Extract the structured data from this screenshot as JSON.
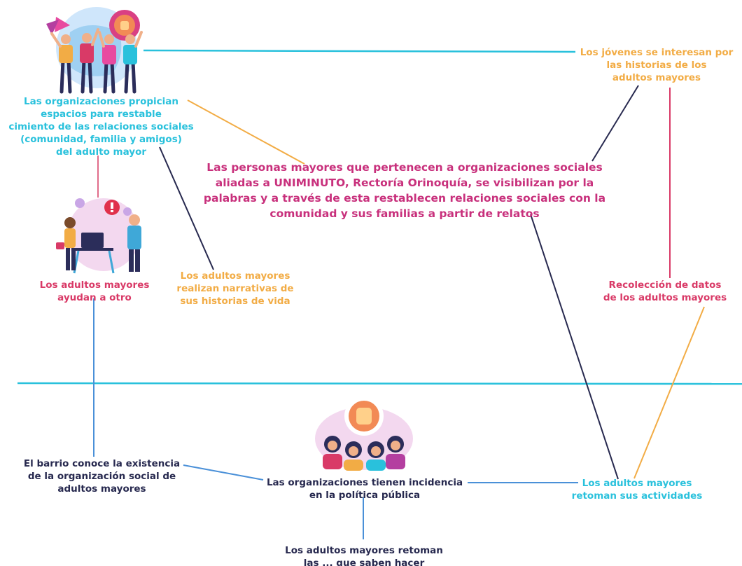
{
  "faded_title": "",
  "colors": {
    "cyan": "#29c1dc",
    "orange": "#f2ac45",
    "magenta": "#c8307c",
    "pink": "#d93a67",
    "navy": "#27294f"
  },
  "icons": {
    "top_left": "people-celebrating-globe-illustration",
    "middle_left": "office-conversation-illustration",
    "bottom_center": "raised-fist-community-illustration"
  },
  "nodes": {
    "organizaciones_espacios": "Las organizaciones propician\nespacios para restable\ncimiento de las relaciones sociales\n(comunidad, familia y amigos)\ndel adulto mayor",
    "jovenes": "Los jóvenes se interesan por\nlas historias de los\nadultos mayores",
    "central": "Las personas mayores que pertenecen a organizaciones sociales\naliadas a UNIMINUTO, Rectoría Orinoquía, se visibilizan por la\npalabras y a través de esta restablecen relaciones sociales con la\ncomunidad y sus familias a partir de relatos",
    "ayudan": "Los adultos mayores\nayudan a otro",
    "narrativas": "Los adultos mayores\nrealizan narrativas de\nsus historias de vida",
    "recoleccion": "Recolección de datos\nde los adultos mayores",
    "barrio": "El barrio conoce la existencia\nde la organización social de\nadultos mayores",
    "incidencia": "Las organizaciones tienen incidencia\nen la política pública",
    "retoman_actividades": "Los adultos mayores\nretoman sus actividades",
    "retoman_bottom": "Los adultos mayores retoman\nlas ... que saben hacer"
  }
}
